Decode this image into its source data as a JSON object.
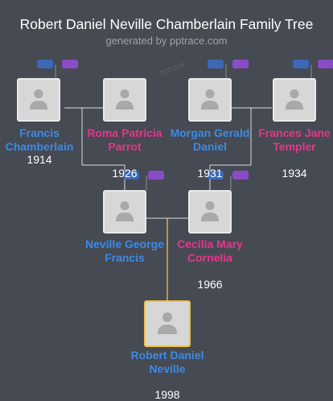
{
  "header": {
    "title": "Robert Daniel Neville Chamberlain Family Tree",
    "subtitle": "generated by pptrace.com",
    "watermark": "pptrace"
  },
  "people": {
    "francis": {
      "name": "Francis Chamberlain",
      "year": "1914",
      "gender": "male"
    },
    "roma": {
      "name": "Roma Patricia Parrot",
      "year": "1926",
      "gender": "female"
    },
    "morgan": {
      "name": "Morgan Gerald Daniel",
      "year": "1931",
      "gender": "male"
    },
    "frances": {
      "name": "Frances Jane Templer",
      "year": "1934",
      "gender": "female"
    },
    "neville": {
      "name": "Neville George Francis",
      "year": "",
      "gender": "male"
    },
    "cecilia": {
      "name": "Cecilia Mary Cornelia",
      "year": "1966",
      "gender": "female"
    },
    "robert": {
      "name": "Robert Daniel Neville",
      "year": "1998",
      "gender": "male"
    }
  },
  "colors": {
    "background": "#464a52",
    "male": "#3a8be8",
    "female": "#e8348c",
    "selected_border": "#f3c13e",
    "line": "#d9d9d9",
    "highlight_line": "#d8b24a"
  }
}
